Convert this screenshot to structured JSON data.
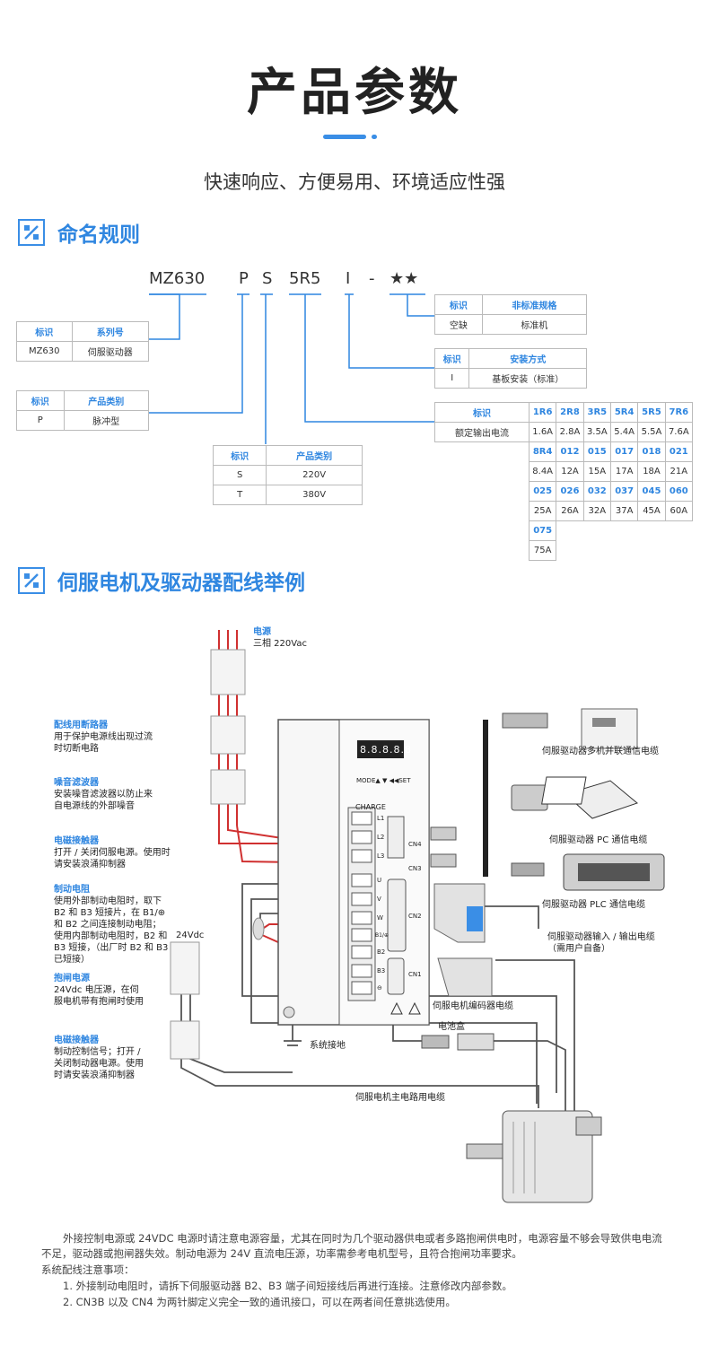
{
  "title": "产品参数",
  "subtitle": "快速响应、方便易用、环境适应性强",
  "colors": {
    "accent": "#2f86e0",
    "wire_red": "#d03030",
    "wire_gray": "#555555"
  },
  "section1": {
    "title": "命名规则",
    "icon": "checkbox-icon"
  },
  "model_code": [
    "MZ630",
    "P",
    "S",
    "5R5",
    "I",
    "-",
    "★★"
  ],
  "table_series": {
    "h1": "标识",
    "h2": "系列号",
    "c1": "MZ630",
    "c2": "伺服驱动器"
  },
  "table_product": {
    "h1": "标识",
    "h2": "产品类别",
    "c1": "P",
    "c2": "脉冲型"
  },
  "table_voltage": {
    "h1": "标识",
    "h2": "产品类别",
    "r1c1": "S",
    "r1c2": "220V",
    "r2c1": "T",
    "r2c2": "380V"
  },
  "table_special": {
    "h1": "标识",
    "h2": "非标准规格",
    "c1": "空缺",
    "c2": "标准机"
  },
  "table_mount": {
    "h1": "标识",
    "h2": "安装方式",
    "c1": "I",
    "c2": "基板安装（标准）"
  },
  "table_current": {
    "h1": "标识",
    "h2": "额定输出电流",
    "row1_codes": [
      "1R6",
      "2R8",
      "3R5",
      "5R4",
      "5R5",
      "7R6"
    ],
    "row1_vals": [
      "1.6A",
      "2.8A",
      "3.5A",
      "5.4A",
      "5.5A",
      "7.6A"
    ],
    "row2_codes": [
      "8R4",
      "012",
      "015",
      "017",
      "018",
      "021"
    ],
    "row2_vals": [
      "8.4A",
      "12A",
      "15A",
      "17A",
      "18A",
      "21A"
    ],
    "row3_codes": [
      "025",
      "026",
      "032",
      "037",
      "045",
      "060"
    ],
    "row3_vals": [
      "25A",
      "26A",
      "32A",
      "37A",
      "45A",
      "60A"
    ],
    "row4_codes": [
      "075"
    ],
    "row4_vals": [
      "75A"
    ]
  },
  "section2": {
    "title": "伺服电机及驱动器配线举例",
    "icon": "checkbox-icon"
  },
  "left_labels": {
    "power": {
      "t": "电源",
      "d": "三相 220Vac"
    },
    "breaker": {
      "t": "配线用断路器",
      "d": "用于保护电源线出现过流时切断电路"
    },
    "filter": {
      "t": "噪音滤波器",
      "d": "安装噪音滤波器以防止来自电源线的外部噪音"
    },
    "contactor1": {
      "t": "电磁接触器",
      "d": "打开 / 关闭伺服电源。使用时请安装浪涌抑制器"
    },
    "brake_res": {
      "t": "制动电阻",
      "d": "使用外部制动电阻时，取下 B2 和 B3 短接片，在 B1/⊕ 和 B2 之间连接制动电阻；使用内部制动电阻时，B2 和 B3 短接，（出厂时 B2 和 B3 已短接）"
    },
    "holding": {
      "t": "抱闸电源",
      "d": "24Vdc 电压源，在伺服电机带有抱闸时使用"
    },
    "contactor2": {
      "t": "电磁接触器",
      "d": "制动控制信号；打开 / 关闭制动器电源。使用时请安装浪涌抑制器"
    }
  },
  "v24": "24Vdc",
  "right_labels": {
    "multi": "伺服驱动器多机并联通信电缆",
    "pc": "伺服驱动器 PC 通信电缆",
    "plc": "伺服驱动器 PLC 通信电缆",
    "io": "伺服驱动器输入 / 输出电缆",
    "io2": "（需用户自备）",
    "encoder": "伺服电机编码器电缆",
    "battery": "电池盒",
    "ground": "系统接地",
    "main_cable": "伺服电机主电路用电缆"
  },
  "drive": {
    "display": "8.8.8.8.8",
    "charge": "CHARGE",
    "keys": "MODE▲ ▼ ◀◀SET",
    "terminals": [
      "L1",
      "L2",
      "L3",
      "U",
      "V",
      "W",
      "B1/⊕",
      "B2",
      "B3",
      "⊖"
    ],
    "ports": [
      "CN4",
      "CN3",
      "CN2",
      "CN1"
    ]
  },
  "notes": {
    "p1": "外接控制电源或 24VDC 电源时请注意电源容量，尤其在同时为几个驱动器供电或者多路抱闸供电时，电源容量不够会导致供电电流不足，驱动器或抱闸器失效。制动电源为 24V 直流电压源，功率需参考电机型号，且符合抱闸功率要求。",
    "h": "系统配线注意事项：",
    "n1": "1. 外接制动电阻时，请拆下伺服驱动器 B2、B3 端子间短接线后再进行连接。注意修改内部参数。",
    "n2": "2. CN3B 以及 CN4 为两针脚定义完全一致的通讯接口，可以在两者间任意挑选使用。"
  }
}
